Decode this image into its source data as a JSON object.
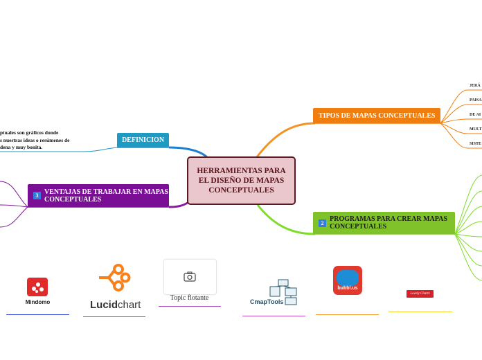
{
  "central": {
    "title": "HERRAMIENTAS PARA EL DISEÑO DE MAPAS CONCEPTUALES"
  },
  "tipos": {
    "label": "TIPOS DE MAPAS CONCEPTUALES",
    "children": [
      "JERÁ",
      "PAISA",
      "DE AI",
      "MULT",
      "SISTE"
    ]
  },
  "definicion": {
    "label": "DEFINICION",
    "text_lines": [
      "ptuales son gráficos donde",
      "s nuestras ideas o resúmenes de",
      "dena y muy bonita."
    ]
  },
  "ventajas": {
    "badge": "3",
    "label": "VENTAJAS DE TRABAJAR EN MAPAS CONCEPTUALES"
  },
  "programas": {
    "badge": "2",
    "label": "PROGRAMAS PARA CREAR MAPAS CONCEPTUALES"
  },
  "floating": {
    "mindomo": "Mindomo",
    "lucid_a": "Lucid",
    "lucid_b": "chart",
    "topic_label": "Topic flotante",
    "cmap": "CmapTools",
    "bubbl": "bubbl.us",
    "lovely": "Lovely Charts"
  },
  "colors": {
    "central_bg": "#e9c7cc",
    "orange": "#f07e0f",
    "teal": "#1f9ac2",
    "purple": "#7a0f95",
    "green": "#7fc22a",
    "badge": "#2f7fe0"
  }
}
